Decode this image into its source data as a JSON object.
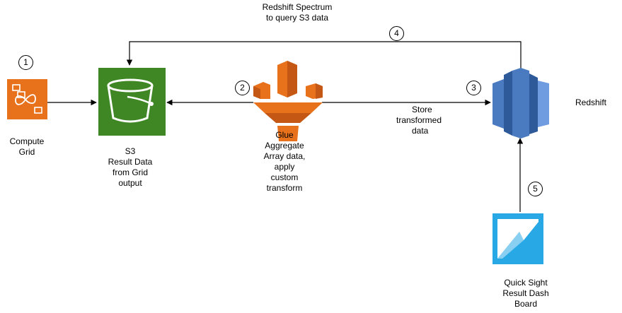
{
  "top_label": {
    "line1": "Redshift Spectrum",
    "line2": "to query S3 data"
  },
  "steps": [
    "1",
    "2",
    "3",
    "4",
    "5"
  ],
  "compute": {
    "line1": "Compute",
    "line2": "Grid"
  },
  "s3": {
    "line1": "S3",
    "line2": "Result Data",
    "line3": "from Grid",
    "line4": "output"
  },
  "glue": {
    "line1": "Glue",
    "line2": "Aggregate",
    "line3": "Array data,",
    "line4": "apply",
    "line5": "custom",
    "line6": "transform"
  },
  "store": {
    "line1": "Store",
    "line2": "transformed",
    "line3": "data"
  },
  "redshift": {
    "label": "Redshift"
  },
  "quicksight": {
    "line1": "Quick Sight",
    "line2": "Result Dash",
    "line3": "Board"
  },
  "colors": {
    "orange": "#e8711b",
    "green": "#3f8624",
    "blue_dark": "#2e5a9a",
    "blue_mid": "#4a7bc1",
    "blue_light": "#6f9be0",
    "qs_blue": "#29a8e6"
  }
}
